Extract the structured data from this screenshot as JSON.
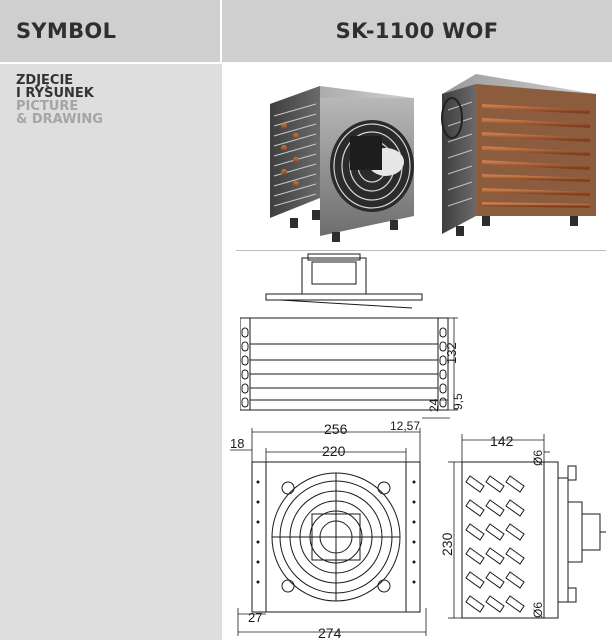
{
  "header": {
    "symbol_label": "SYMBOL",
    "model": "SK-1100 WOF"
  },
  "row": {
    "label_pl_line1": "ZDJĘCIE",
    "label_pl_line2": "I RYSUNEK",
    "label_en_line1": "PICTURE",
    "label_en_line2": "& DRAWING"
  },
  "dimensions": {
    "side_height": "132",
    "side_d1": "24",
    "side_d2": "9,5",
    "side_d3": "12,57",
    "front_total": "256",
    "front_inner": "220",
    "front_offset": "18",
    "front_bottom_offset": "27",
    "front_bottom_total": "274",
    "depth": "142",
    "height": "230",
    "hole_top": "Ø6",
    "hole_bottom": "Ø6"
  },
  "colors": {
    "header_bg": "#cfcfcf",
    "label_bg": "#dedede",
    "label_pl": "#333333",
    "label_en": "#a5a5a5"
  }
}
